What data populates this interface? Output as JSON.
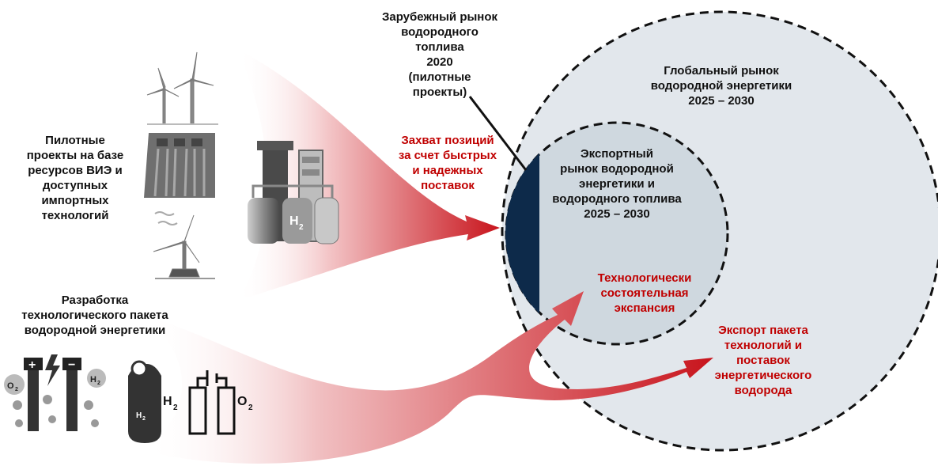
{
  "labels": {
    "foreign_market": "Зарубежный рынок\nводородного\nтоплива\n2020\n(пилотные\nпроекты)",
    "global_market": "Глобальный рынок\nводородной энергетики\n2025 – 2030",
    "export_market": "Экспортный\nрынок водородной\nэнергетики и\nводородного топлива\n2025 – 2030",
    "capture_positions": "Захват позиций\nза счет быстрых\nи надежных\nпоставок",
    "pilot_projects": "Пилотные\nпроекты на базе\nресурсов ВИЭ и\nдоступных\nимпортных\nтехнологий",
    "tech_package": "Разработка\nтехнологического пакета\nводородной энергетики",
    "tech_expansion": "Технологически\nсостоятельная\nэкспансия",
    "export_package": "Экспорт пакета\nтехнологий и\nпоставок\nэнергетического\nводорода"
  },
  "icon_text": {
    "h2_tank": "H",
    "h2_tank_sub": "2",
    "o2_bubble": "O",
    "o2_bubble_sub": "2",
    "h2_bubble": "H",
    "h2_bubble_sub": "2",
    "h2_label": "H",
    "h2_label_sub": "2",
    "o2_label": "O",
    "o2_label_sub": "2",
    "cylinder_h2": "H",
    "cylinder_h2_sub": "2"
  },
  "colors": {
    "accent_red": "#c00000",
    "arrow_red": "#d21e26",
    "navy": "#0d2a4a",
    "circle_fill": "#e2e7ec",
    "inner_fill": "#cfd8df"
  }
}
